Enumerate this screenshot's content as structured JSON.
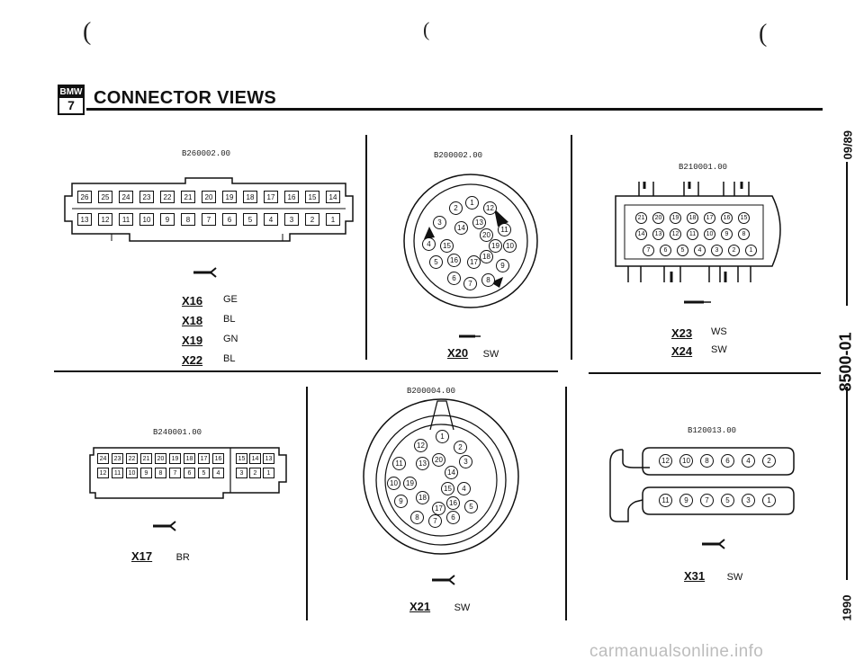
{
  "header": {
    "logo_text": "BMW",
    "logo_number": "7",
    "title": "CONNECTOR VIEWS"
  },
  "side": {
    "date": "09/89",
    "code": "8500-01",
    "year": "1990"
  },
  "watermark": "carmanualsonline.info",
  "connectors": {
    "c1": {
      "code": "B260002.00",
      "top_pins": [
        "26",
        "25",
        "24",
        "23",
        "22",
        "21",
        "20",
        "19",
        "18",
        "17",
        "16",
        "15",
        "14"
      ],
      "bottom_pins": [
        "13",
        "12",
        "11",
        "10",
        "9",
        "8",
        "7",
        "6",
        "5",
        "4",
        "3",
        "2",
        "1"
      ],
      "labels": [
        {
          "name": "X16",
          "color": "GE"
        },
        {
          "name": "X18",
          "color": "BL"
        },
        {
          "name": "X19",
          "color": "GN"
        },
        {
          "name": "X22",
          "color": "BL"
        }
      ]
    },
    "c2": {
      "code": "B200002.00",
      "pins": [
        "1",
        "2",
        "12",
        "3",
        "14",
        "13",
        "20",
        "11",
        "4",
        "15",
        "19",
        "10",
        "5",
        "16",
        "17",
        "18",
        "9",
        "6",
        "7",
        "8"
      ],
      "label": {
        "name": "X20",
        "color": "SW"
      }
    },
    "c3": {
      "code": "B210001.00",
      "row1": [
        "21",
        "20",
        "19",
        "18",
        "17",
        "16",
        "15"
      ],
      "row2": [
        "14",
        "13",
        "12",
        "11",
        "10",
        "9",
        "8"
      ],
      "row3": [
        "7",
        "6",
        "5",
        "4",
        "3",
        "2",
        "1"
      ],
      "labels": [
        {
          "name": "X23",
          "color": "WS"
        },
        {
          "name": "X24",
          "color": "SW"
        }
      ]
    },
    "c4": {
      "code": "B240001.00",
      "top_pins": [
        "24",
        "23",
        "22",
        "21",
        "20",
        "19",
        "18",
        "17",
        "16"
      ],
      "top_side": [
        "15",
        "14",
        "13"
      ],
      "bottom_pins": [
        "12",
        "11",
        "10",
        "9",
        "8",
        "7",
        "6",
        "5",
        "4"
      ],
      "bottom_side": [
        "3",
        "2",
        "1"
      ],
      "label": {
        "name": "X17",
        "color": "BR"
      }
    },
    "c5": {
      "code": "B200004.00",
      "pins": [
        "1",
        "12",
        "2",
        "11",
        "13",
        "20",
        "3",
        "14",
        "10",
        "19",
        "15",
        "4",
        "9",
        "18",
        "16",
        "17",
        "5",
        "8",
        "7",
        "6"
      ],
      "label": {
        "name": "X21",
        "color": "SW"
      }
    },
    "c6": {
      "code": "B120013.00",
      "row1": [
        "12",
        "10",
        "8",
        "6",
        "4",
        "2"
      ],
      "row2": [
        "11",
        "9",
        "7",
        "5",
        "3",
        "1"
      ],
      "label": {
        "name": "X31",
        "color": "SW"
      }
    }
  }
}
